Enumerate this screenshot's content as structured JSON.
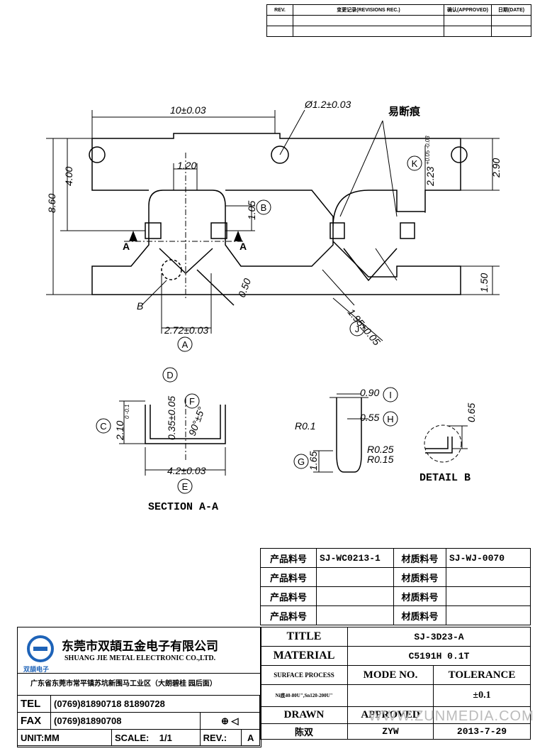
{
  "revision_table": {
    "rev": "REV.",
    "record": "变更记录(REVISIONS REC.)",
    "approved": "确认(APPROVED)",
    "date": "日期(DATE)"
  },
  "drawing": {
    "dims": {
      "d10": "10±0.03",
      "hole": "Ø1.2±0.03",
      "break_mark": "易断痕",
      "d120": "1.20",
      "d400": "4.00",
      "d860": "8.60",
      "d105": "1.05",
      "d050": "0.50",
      "d272": "2.72±0.03",
      "d290": "2.90",
      "d223": "2.23",
      "d223_tol": "+0.05 -0.03",
      "d150": "1.50",
      "d195": "1.95±0.05",
      "d090": "0.90",
      "d055": "0.55",
      "d065": "0.65",
      "r01": "R0.1",
      "r025": "R0.25",
      "r015": "R0.15",
      "d165": "1.65",
      "d210": "2.10",
      "d210_tol": "0 -0.1",
      "d035": "0.35±0.05",
      "d90": "90°±5°",
      "d42": "4.2±0.03",
      "sec_a": "A",
      "lbl_b": "B"
    },
    "balloons": {
      "A": "A",
      "B": "B",
      "C": "C",
      "D": "D",
      "E": "E",
      "F": "F",
      "G": "G",
      "H": "H",
      "I": "I",
      "J": "J",
      "K": "K"
    },
    "section_label": "SECTION A-A",
    "detail_label": "DETAIL B"
  },
  "part_numbers": {
    "rows": [
      {
        "label1": "产品料号",
        "value1": "SJ-WC0213-1",
        "label2": "材质料号",
        "value2": "SJ-WJ-0070"
      },
      {
        "label1": "产品料号",
        "value1": "",
        "label2": "材质料号",
        "value2": ""
      },
      {
        "label1": "产品料号",
        "value1": "",
        "label2": "材质料号",
        "value2": ""
      },
      {
        "label1": "产品料号",
        "value1": "",
        "label2": "材质料号",
        "value2": ""
      }
    ]
  },
  "company": {
    "name_cn": "东莞市双頡五金电子有限公司",
    "name_en": "SHUANG JIE METAL ELECTRONIC CO.,LTD.",
    "logo_text": "双頡电子",
    "address": "广东省东莞市常平镇苏坑新围马工业区（大朗碧桂 园后面）",
    "tel_label": "TEL",
    "tel": "(0769)81890718 81890728",
    "fax_label": "FAX",
    "fax": "(0769)81890708",
    "unit_label": "UNIT:MM",
    "scale_label": "SCALE:",
    "scale": "1/1",
    "rev_label": "REV.:",
    "rev": "A"
  },
  "title_block": {
    "title_label": "TITLE",
    "title": "SJ-3D23-A",
    "material_label": "MATERIAL",
    "material": "C5191H 0.1T",
    "surface_label": "SURFACE PROCESS",
    "surface": "Ni底40-80U\",Sn120-200U\"",
    "mode_label": "MODE NO.",
    "mode": "",
    "tolerance_label": "TOLERANCE",
    "tolerance": "±0.1",
    "drawn_label": "DRAWN",
    "drawn": "陈双",
    "approved_label": "APPROVED",
    "approved": "ZYW",
    "date": "2013-7-29"
  },
  "watermark": "WWW.ZUNMEDIA.COM"
}
